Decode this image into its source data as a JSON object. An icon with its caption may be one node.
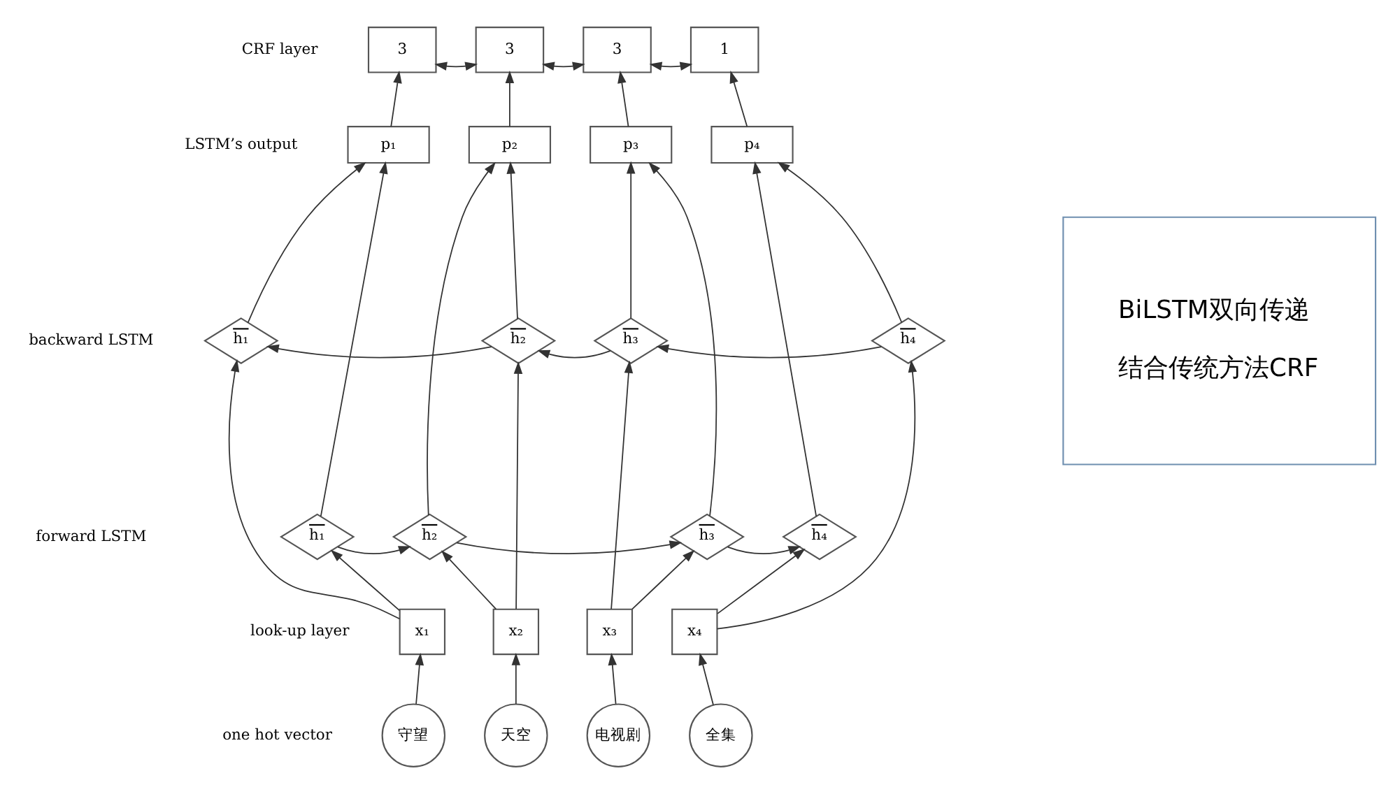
{
  "diagram": {
    "nodes": [
      {
        "text": [
          "3"
        ]
      },
      {
        "text": [
          "3"
        ]
      },
      {
        "text": [
          "3"
        ]
      },
      {
        "text": [
          "1"
        ]
      },
      {
        "text": [
          "p₁"
        ]
      },
      {
        "text": [
          "p₂"
        ]
      },
      {
        "text": [
          "p₃"
        ]
      },
      {
        "text": [
          "p₄"
        ]
      },
      {
        "text": [
          "h₁"
        ]
      },
      {
        "text": [
          "h₂"
        ]
      },
      {
        "text": [
          "h₃"
        ]
      },
      {
        "text": [
          "h₄"
        ]
      },
      {
        "text": [
          "h₁"
        ]
      },
      {
        "text": [
          "h₂"
        ]
      },
      {
        "text": [
          "h₃"
        ]
      },
      {
        "text": [
          "h₄"
        ]
      },
      {
        "text": [
          "x₁"
        ]
      },
      {
        "text": [
          "x₂"
        ]
      },
      {
        "text": [
          "x₃"
        ]
      },
      {
        "text": [
          "x₄"
        ]
      },
      {
        "text": [
          "守望"
        ]
      },
      {
        "text": [
          "天空"
        ]
      },
      {
        "text": [
          "电视剧"
        ]
      },
      {
        "text": [
          "全集"
        ]
      },
      {
        "text": [
          "BiLSTM双向传递",
          "结合传统方法CRF"
        ]
      }
    ],
    "edges": [
      {
        "from": 20,
        "to": 16,
        "arrow": "to"
      },
      {
        "from": 21,
        "to": 17,
        "arrow": "to"
      },
      {
        "from": 22,
        "to": 18,
        "arrow": "to"
      },
      {
        "from": 23,
        "to": 19,
        "arrow": "to"
      },
      {
        "from": 16,
        "to": 12,
        "arrow": "to"
      },
      {
        "from": 16,
        "to": 8,
        "arrow": "to"
      },
      {
        "from": 17,
        "to": 13,
        "arrow": "to"
      },
      {
        "from": 17,
        "to": 9,
        "arrow": "to"
      },
      {
        "from": 18,
        "to": 14,
        "arrow": "to"
      },
      {
        "from": 18,
        "to": 10,
        "arrow": "to"
      },
      {
        "from": 19,
        "to": 15,
        "arrow": "to"
      },
      {
        "from": 19,
        "to": 11,
        "arrow": "to"
      },
      {
        "from": 12,
        "to": 13,
        "arrow": "to"
      },
      {
        "from": 13,
        "to": 14,
        "arrow": "to"
      },
      {
        "from": 14,
        "to": 15,
        "arrow": "to"
      },
      {
        "from": 11,
        "to": 10,
        "arrow": "to"
      },
      {
        "from": 10,
        "to": 9,
        "arrow": "to"
      },
      {
        "from": 9,
        "to": 8,
        "arrow": "to"
      },
      {
        "from": 12,
        "to": 4,
        "arrow": "to"
      },
      {
        "from": 8,
        "to": 4,
        "arrow": "to"
      },
      {
        "from": 13,
        "to": 5,
        "arrow": "to"
      },
      {
        "from": 9,
        "to": 5,
        "arrow": "to"
      },
      {
        "from": 14,
        "to": 6,
        "arrow": "to"
      },
      {
        "from": 10,
        "to": 6,
        "arrow": "to"
      },
      {
        "from": 15,
        "to": 7,
        "arrow": "to"
      },
      {
        "from": 11,
        "to": 7,
        "arrow": "to"
      },
      {
        "from": 4,
        "to": 0,
        "arrow": "to"
      },
      {
        "from": 5,
        "to": 1,
        "arrow": "to"
      },
      {
        "from": 6,
        "to": 2,
        "arrow": "to"
      },
      {
        "from": 7,
        "to": 3,
        "arrow": "to"
      },
      {
        "from": 0,
        "to": 1,
        "arrow": "both"
      },
      {
        "from": 1,
        "to": 2,
        "arrow": "both"
      },
      {
        "from": 2,
        "to": 3,
        "arrow": "both"
      }
    ],
    "labels": [
      "CRF layer",
      "LSTM’s output",
      "backward LSTM",
      "forward LSTM",
      "look-up layer",
      "one hot vector"
    ]
  }
}
